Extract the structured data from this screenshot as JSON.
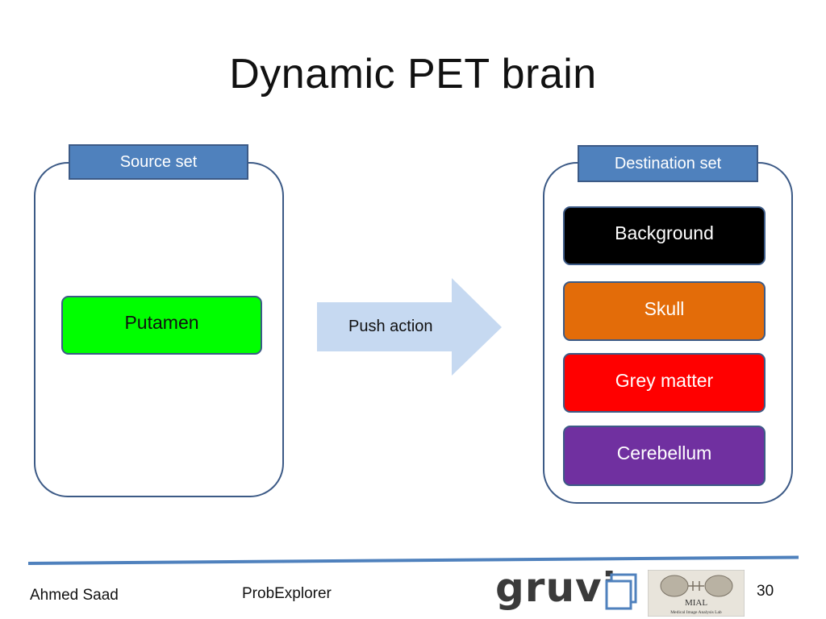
{
  "slide": {
    "title": "Dynamic PET brain"
  },
  "diagram": {
    "source": {
      "label": "Source set",
      "items": [
        {
          "label": "Putamen",
          "color": "#00ff00",
          "text_color": "#111111"
        }
      ]
    },
    "action": {
      "label": "Push action",
      "color": "#c6d9f1"
    },
    "destination": {
      "label": "Destination set",
      "items": [
        {
          "label": "Background",
          "color": "#000000",
          "text_color": "#ffffff"
        },
        {
          "label": "Skull",
          "color": "#e36c09",
          "text_color": "#ffffff"
        },
        {
          "label": "Grey matter",
          "color": "#ff0000",
          "text_color": "#ffffff"
        },
        {
          "label": "Cerebellum",
          "color": "#7030a0",
          "text_color": "#ffffff"
        }
      ]
    }
  },
  "footer": {
    "author": "Ahmed Saad",
    "project": "ProbExplorer",
    "page_number": "30",
    "logos": {
      "gruvi": "gruvi",
      "mial_line1": "MIAL",
      "mial_line2": "Medical Image Analysis Lab"
    }
  },
  "colors": {
    "accent": "#4f81bd",
    "border": "#3c5a86"
  }
}
